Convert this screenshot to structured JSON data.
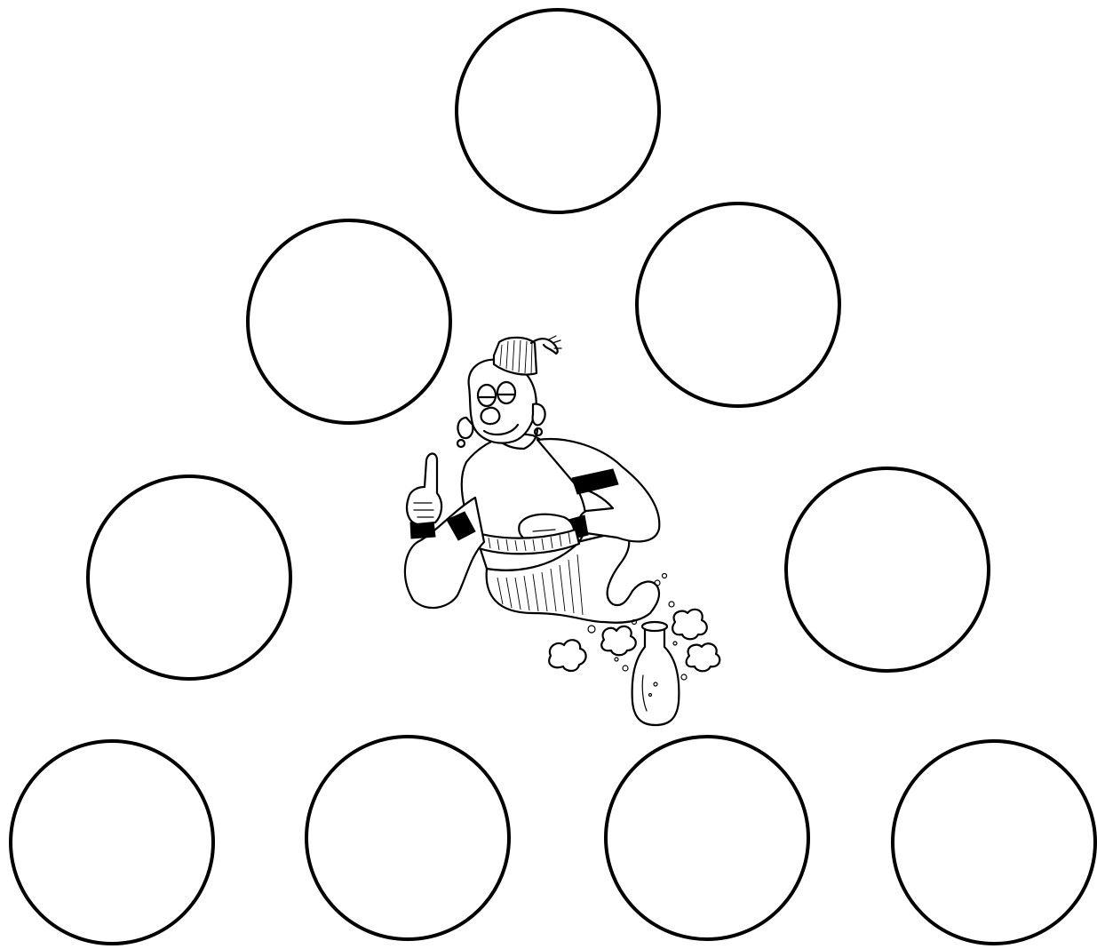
{
  "worksheet": {
    "layout": "pyramid",
    "rows": [
      1,
      2,
      2,
      4
    ],
    "circle_count": 9,
    "circles_content": "empty"
  },
  "illustration": {
    "subject": "genie-icon",
    "bottle": "bottle-icon",
    "style": "black-and-white line art"
  },
  "colors": {
    "stroke": "#000000",
    "background": "#ffffff"
  }
}
